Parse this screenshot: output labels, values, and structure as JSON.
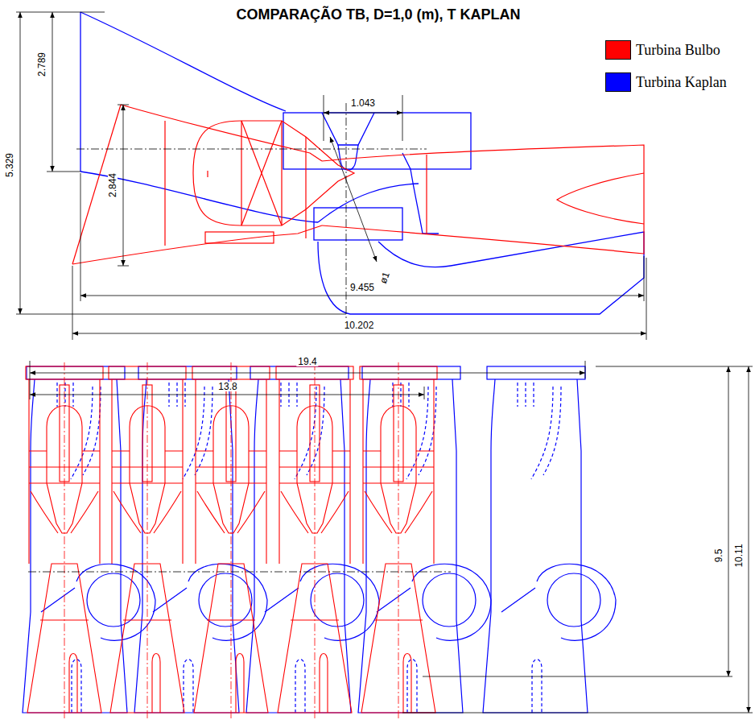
{
  "diagram": {
    "title": "COMPARAÇÃO TB, D=1,0 (m), T KAPLAN",
    "labels": [
      "2.789",
      "5.329",
      "2.844",
      "1.043",
      "ø1",
      "9.455",
      "10.202",
      "19.4",
      "13.8",
      "9.5",
      "10.11"
    ],
    "legend": [
      {
        "text": "Turbina Bulbo",
        "color": "#ff0000"
      },
      {
        "text": "Turbina Kaplan",
        "color": "#0000ff"
      }
    ]
  }
}
